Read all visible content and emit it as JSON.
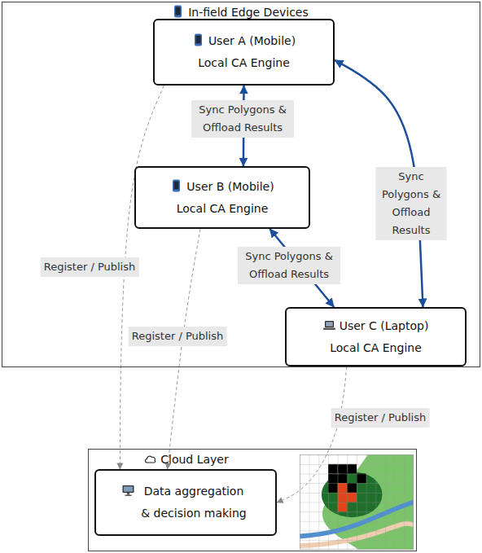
{
  "diagram": {
    "nodes": [
      {
        "text": [
          "In-field Edge Devices"
        ]
      },
      {
        "text": [
          "User A (Mobile)",
          "Local CA Engine"
        ],
        "in": 0
      },
      {
        "text": [
          "User B (Mobile)",
          "Local CA Engine"
        ],
        "in": 0
      },
      {
        "text": [
          "User C (Laptop)",
          "Local CA Engine"
        ],
        "in": 0
      },
      {
        "text": [
          "Cloud Layer"
        ]
      },
      {
        "text": [
          "Data aggregation & decision making"
        ],
        "in": 4
      }
    ],
    "edges": [
      {
        "from": 1,
        "to": 2,
        "arrow": "both",
        "label": "Sync Polygons & Offload Results"
      },
      {
        "from": 1,
        "to": 3,
        "arrow": "both",
        "label": "Sync Polygons & Offload Results"
      },
      {
        "from": 2,
        "to": 3,
        "arrow": "both",
        "label": "Sync Polygons & Offload Results"
      },
      {
        "from": 1,
        "to": 5,
        "arrow": "to",
        "label": "Register / Publish"
      },
      {
        "from": 2,
        "to": 5,
        "arrow": "to",
        "label": "Register / Publish"
      },
      {
        "from": 3,
        "to": 5,
        "arrow": "to",
        "label": "Register / Publish"
      }
    ]
  }
}
